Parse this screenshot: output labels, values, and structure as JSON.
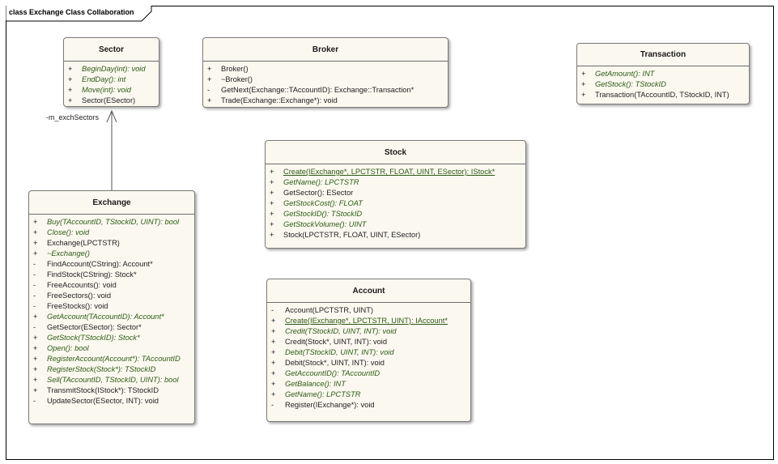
{
  "frame": {
    "title": "class Exchange Class Collaboration"
  },
  "association": {
    "role": "-m_exchSectors"
  },
  "classes": {
    "sector": {
      "name": "Sector",
      "members": [
        {
          "vis": "+",
          "sig": "BeginDay(int): void",
          "style": "abstract"
        },
        {
          "vis": "+",
          "sig": "EndDay(): int",
          "style": "abstract"
        },
        {
          "vis": "+",
          "sig": "Move(int): void",
          "style": "abstract"
        },
        {
          "vis": "+",
          "sig": "Sector(ESector)",
          "style": "normal"
        }
      ]
    },
    "broker": {
      "name": "Broker",
      "members": [
        {
          "vis": "+",
          "sig": "Broker()",
          "style": "normal"
        },
        {
          "vis": "+",
          "sig": "~Broker()",
          "style": "normal"
        },
        {
          "vis": "-",
          "sig": "GetNext(Exchange::TAccountID): Exchange::Transaction*",
          "style": "normal"
        },
        {
          "vis": "+",
          "sig": "Trade(Exchange::Exchange*): void",
          "style": "normal"
        }
      ]
    },
    "transaction": {
      "name": "Transaction",
      "members": [
        {
          "vis": "+",
          "sig": "GetAmount(): INT",
          "style": "abstract"
        },
        {
          "vis": "+",
          "sig": "GetStock(): TStockID",
          "style": "abstract"
        },
        {
          "vis": "+",
          "sig": "Transaction(TAccountID, TStockID, INT)",
          "style": "normal"
        }
      ]
    },
    "stock": {
      "name": "Stock",
      "members": [
        {
          "vis": "+",
          "sig": "Create(IExchange*, LPCTSTR, FLOAT, UINT, ESector): IStock*",
          "style": "static"
        },
        {
          "vis": "+",
          "sig": "GetName(): LPCTSTR",
          "style": "abstract"
        },
        {
          "vis": "+",
          "sig": "GetSector(): ESector",
          "style": "normal"
        },
        {
          "vis": "+",
          "sig": "GetStockCost(): FLOAT",
          "style": "abstract"
        },
        {
          "vis": "+",
          "sig": "GetStockID(): TStockID",
          "style": "abstract"
        },
        {
          "vis": "+",
          "sig": "GetStockVolume(): UINT",
          "style": "abstract"
        },
        {
          "vis": "+",
          "sig": "Stock(LPCTSTR, FLOAT, UINT, ESector)",
          "style": "normal"
        }
      ]
    },
    "exchange": {
      "name": "Exchange",
      "members": [
        {
          "vis": "+",
          "sig": "Buy(TAccountID, TStockID, UINT): bool",
          "style": "abstract"
        },
        {
          "vis": "+",
          "sig": "Close(): void",
          "style": "abstract"
        },
        {
          "vis": "+",
          "sig": "Exchange(LPCTSTR)",
          "style": "normal"
        },
        {
          "vis": "+",
          "sig": "~Exchange()",
          "style": "abstract"
        },
        {
          "vis": "-",
          "sig": "FindAccount(CString): Account*",
          "style": "normal"
        },
        {
          "vis": "-",
          "sig": "FindStock(CString): Stock*",
          "style": "normal"
        },
        {
          "vis": "-",
          "sig": "FreeAccounts(): void",
          "style": "normal"
        },
        {
          "vis": "-",
          "sig": "FreeSectors(): void",
          "style": "normal"
        },
        {
          "vis": "-",
          "sig": "FreeStocks(): void",
          "style": "normal"
        },
        {
          "vis": "+",
          "sig": "GetAccount(TAccountID): Account*",
          "style": "abstract"
        },
        {
          "vis": "-",
          "sig": "GetSector(ESector): Sector*",
          "style": "normal"
        },
        {
          "vis": "+",
          "sig": "GetStock(TStockID): Stock*",
          "style": "abstract"
        },
        {
          "vis": "+",
          "sig": "Open(): bool",
          "style": "abstract"
        },
        {
          "vis": "+",
          "sig": "RegisterAccount(Account*): TAccountID",
          "style": "abstract"
        },
        {
          "vis": "+",
          "sig": "RegisterStock(Stock*): TStockID",
          "style": "abstract"
        },
        {
          "vis": "+",
          "sig": "Sell(TAccountID, TStockID, UINT): bool",
          "style": "abstract"
        },
        {
          "vis": "+",
          "sig": "TransmitStock(IStock*): TStockID",
          "style": "normal"
        },
        {
          "vis": "-",
          "sig": "UpdateSector(ESector, INT): void",
          "style": "normal"
        }
      ]
    },
    "account": {
      "name": "Account",
      "members": [
        {
          "vis": "-",
          "sig": "Account(LPCTSTR, UINT)",
          "style": "normal"
        },
        {
          "vis": "+",
          "sig": "Create(IExchange*, LPCTSTR, UINT): IAccount*",
          "style": "static"
        },
        {
          "vis": "+",
          "sig": "Credit(TStockID, UINT, INT): void",
          "style": "abstract"
        },
        {
          "vis": "+",
          "sig": "Credit(Stock*, UINT, INT): void",
          "style": "normal"
        },
        {
          "vis": "+",
          "sig": "Debit(TStockID, UINT, INT): void",
          "style": "abstract"
        },
        {
          "vis": "+",
          "sig": "Debit(Stock*, UINT, INT): void",
          "style": "normal"
        },
        {
          "vis": "+",
          "sig": "GetAccountID(): TAccountID",
          "style": "abstract"
        },
        {
          "vis": "+",
          "sig": "GetBalance(): INT",
          "style": "abstract"
        },
        {
          "vis": "+",
          "sig": "GetName(): LPCTSTR",
          "style": "abstract"
        },
        {
          "vis": "-",
          "sig": "Register(IExchange*): void",
          "style": "normal"
        }
      ]
    }
  }
}
